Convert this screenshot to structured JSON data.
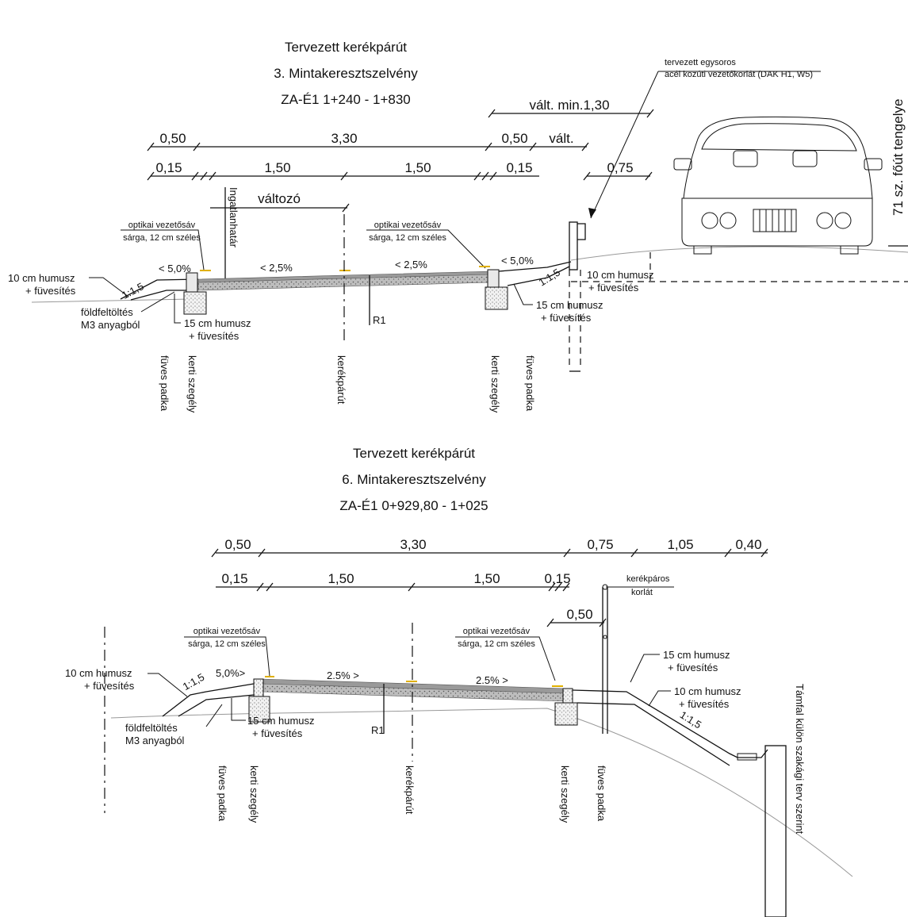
{
  "section1": {
    "title_line1": "Tervezett kerékpárút",
    "title_line2": "3. Mintakeresztszelvény",
    "title_line3": "ZA-É1   1+240 - 1+830",
    "dims_top": [
      "0,50",
      "3,30",
      "0,50",
      "vált."
    ],
    "dim_valt_min": "vált. min.1,30",
    "dims_second": [
      "0,15",
      "1,50",
      "1,50",
      "0,15",
      "0,75"
    ],
    "dim_valtozo": "változó",
    "ingatlanhatar": "Ingatlanhatár",
    "optikai_left_line1": "optikai vezetősáv",
    "optikai_left_line2": "sárga, 12 cm széles",
    "optikai_right_line1": "optikai vezetősáv",
    "optikai_right_line2": "sárga, 12 cm széles",
    "slopes": [
      "1:1,5",
      "< 5,0%",
      "< 2,5%",
      "< 2,5%",
      "< 5,0%",
      "1:1,5"
    ],
    "humusz10_left_line1": "10 cm humusz",
    "humusz10_left_line2": "+ füvesítés",
    "foldfeltoltes_line1": "földfeltöltés",
    "foldfeltoltes_line2": "M3 anyagból",
    "humusz15_left_line1": "15 cm humusz",
    "humusz15_left_line2": "+ füvesítés",
    "humusz10_right_line1": "10 cm humusz",
    "humusz10_right_line2": "+ füvesítés",
    "humusz15_right_line1": "15 cm humusz",
    "humusz15_right_line2": "+ füvesítés",
    "r1": "R1",
    "guardrail_line1": "tervezett egysoros",
    "guardrail_line2": "acél közúti vezetőkorlát (DAK H1, W5)",
    "road_axis": "71 sz. főút tengelye",
    "vertical_labels": [
      "füves padka",
      "kerti szegély",
      "kerékpárút",
      "kerti szegély",
      "füves padka"
    ]
  },
  "section2": {
    "title_line1": "Tervezett kerékpárút",
    "title_line2": "6. Mintakeresztszelvény",
    "title_line3": "ZA-É1     0+929,80 - 1+025",
    "dims_top": [
      "0,50",
      "3,30",
      "0,75",
      "1,05",
      "0,40"
    ],
    "dims_second": [
      "0,15",
      "1,50",
      "1,50",
      "0,15"
    ],
    "dim_050": "0,50",
    "korlat_line1": "kerékpáros",
    "korlat_line2": "korlát",
    "optikai_left_line1": "optikai vezetősáv",
    "optikai_left_line2": "sárga, 12 cm széles",
    "optikai_right_line1": "optikai vezetősáv",
    "optikai_right_line2": "sárga, 12 cm széles",
    "slopes": [
      "1:1,5",
      "5,0%>",
      "2.5% >",
      "2.5% >",
      "1:1,5"
    ],
    "humusz10_left_line1": "10 cm humusz",
    "humusz10_left_line2": "+ füvesítés",
    "foldfeltoltes_line1": "földfeltöltés",
    "foldfeltoltes_line2": "M3 anyagból",
    "humusz15_left_line1": "15 cm humusz",
    "humusz15_left_line2": "+ füvesítés",
    "humusz15_right_line1": "15 cm humusz",
    "humusz15_right_line2": "+ füvesítés",
    "humusz10_right_line1": "10 cm humusz",
    "humusz10_right_line2": "+ füvesítés",
    "r1": "R1",
    "tamfal": "Támfal külön szakági terv szerint",
    "vertical_labels": [
      "füves padka",
      "kerti szegély",
      "kerékpárút",
      "kerti szegély",
      "füves padka"
    ]
  }
}
